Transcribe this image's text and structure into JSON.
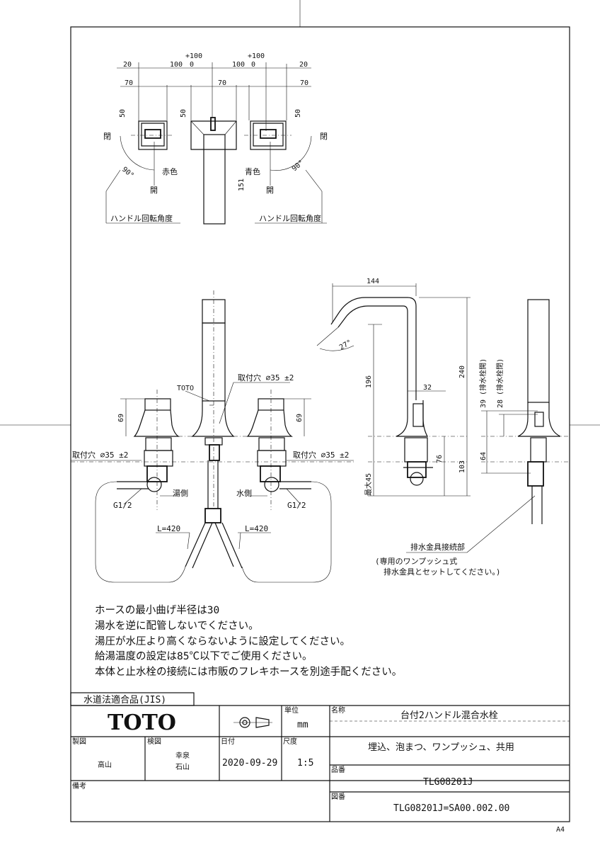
{
  "top_view": {
    "dims_top": [
      "20",
      "100",
      "0",
      "+100",
      "70",
      "50",
      "151"
    ],
    "closed": "閉",
    "open": "開",
    "red": "赤色",
    "blue": "青色",
    "angle": "90°",
    "rotation_label": "ハンドル回転角度",
    "dim_100": "100",
    "dim_0": "0",
    "dim_plus100": "+100",
    "dim_20": "20",
    "dim_70": "70",
    "dim_50": "50",
    "dim_151": "151"
  },
  "front_view": {
    "toto_mark": "TOTO",
    "mount_hole_center": "取付穴 ∅35 ±2",
    "mount_hole_left": "取付穴 ∅35 ±2",
    "mount_hole_right": "取付穴 ∅35 ±2",
    "dim_69": "69",
    "hot_side": "湯側",
    "cold_side": "水側",
    "g12": "G1/2",
    "l420": "L=420"
  },
  "side_view": {
    "dim_144": "144",
    "angle_27": "27°",
    "dim_196": "196",
    "dim_240": "240",
    "dim_32": "32",
    "dim_76": "76",
    "dim_103": "103",
    "dim_max45": "最大45",
    "dim_39": "39 (排水栓開)",
    "dim_28": "28 (排水栓閉)",
    "dim_64": "64",
    "drain_label": "排水金具接続部",
    "drain_note_1": "(専用のワンプッシュ式",
    "drain_note_2": "排水金具とセットしてください。)"
  },
  "notes": [
    "ホースの最小曲げ半径は30",
    "湯水を逆に配管しないでください。",
    "湯圧が水圧より高くならないように設定してください。",
    "給湯温度の設定は85℃以下でご使用ください。",
    "本体と止水栓の接続には市販のフレキホースを別途手配ください。"
  ],
  "title_block": {
    "jis": "水道法適合品(JIS)",
    "logo": "TOTO",
    "unit_label": "単位",
    "unit": "mm",
    "name_label": "名称",
    "name": "台付2ハンドル混合水栓",
    "name2": "埋込、泡まつ、ワンプッシュ、共用",
    "drawn_label": "製図",
    "drawn": "高山",
    "checked_label": "検図",
    "checked_1": "幸泉",
    "checked_2": "石山",
    "date_label": "日付",
    "date": "2020-09-29",
    "scale_label": "尺度",
    "scale": "1:5",
    "part_label": "品番",
    "part": "TLG08201J",
    "remarks_label": "備考",
    "drawing_label": "図番",
    "drawing_no": "TLG08201J=SA00.002.00",
    "paper": "A4"
  }
}
